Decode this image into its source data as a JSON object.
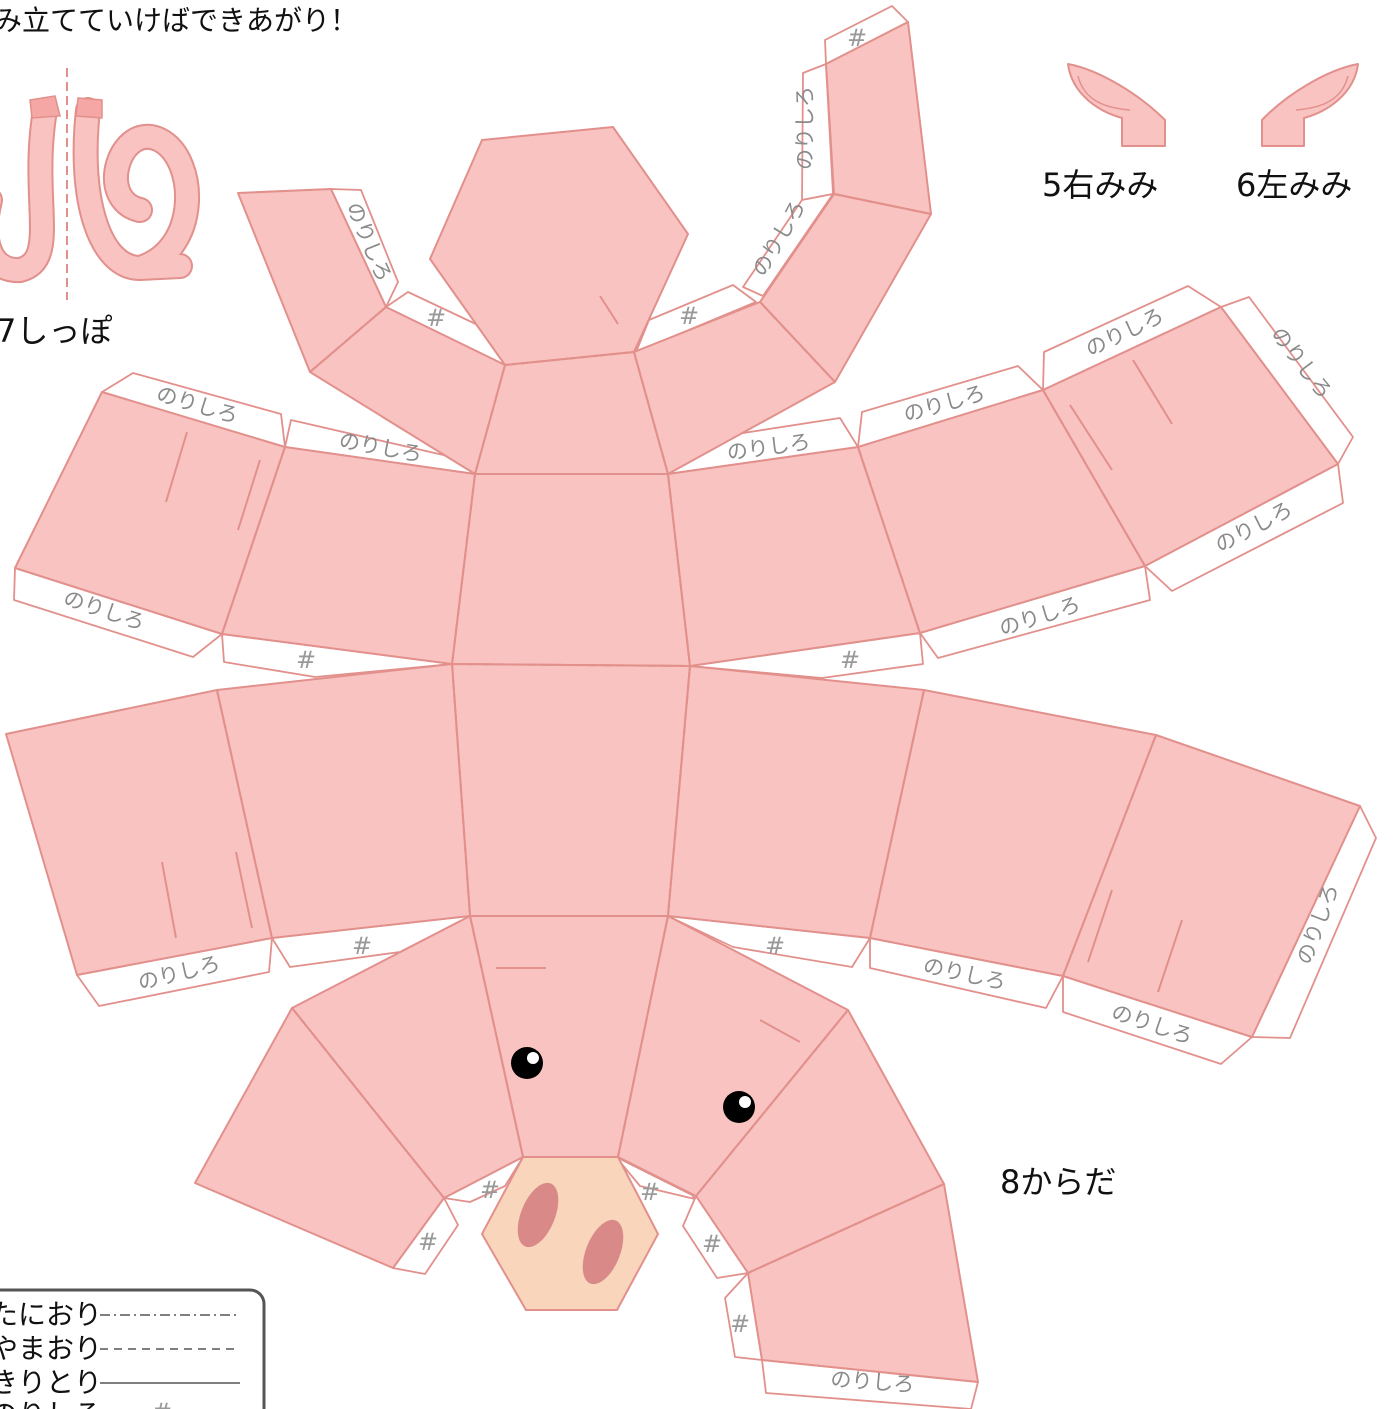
{
  "header": {
    "instruction": "み立てていけばできあがり！"
  },
  "parts": {
    "tail": "7しっぽ",
    "right_ear": "5右みみ",
    "left_ear": "6左みみ",
    "body": "8からだ"
  },
  "tab_label": "のりしろ",
  "glue_mark": "#",
  "legend": {
    "items": [
      {
        "label": "たにおり",
        "line": "dash-dot"
      },
      {
        "label": "やまおり",
        "line": "dashed"
      },
      {
        "label": "きりとり",
        "line": "solid"
      },
      {
        "label": "のりしろ",
        "line": "glue"
      }
    ]
  },
  "colors": {
    "skin": "#f9c3c1",
    "outline": "#e2908c",
    "snout": "#f8d5bb",
    "nostril": "#d98a88",
    "eye": "#000000"
  }
}
